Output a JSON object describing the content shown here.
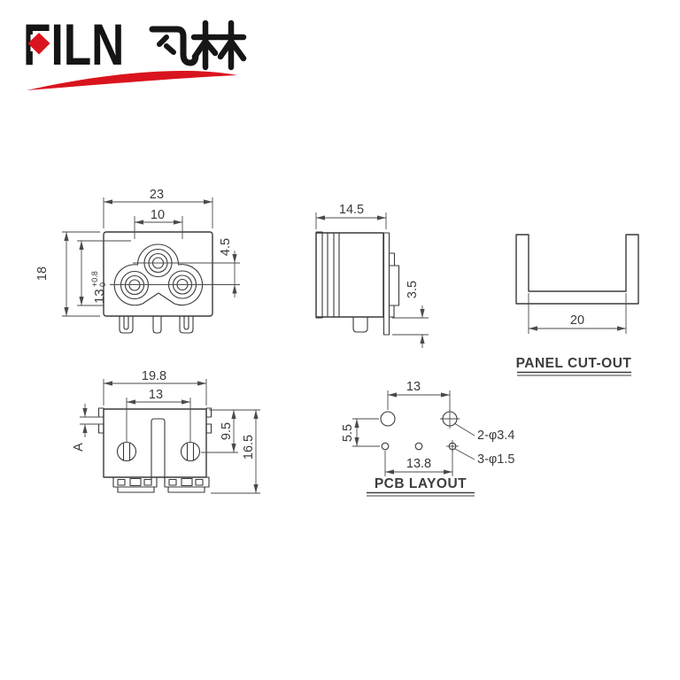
{
  "logo": {
    "brand": "FILN",
    "chinese": "飞林",
    "colors": {
      "brand_red": "#d9141e",
      "brand_black": "#141414"
    }
  },
  "drawing": {
    "line_color": "#3a3a3a",
    "views": {
      "front": {
        "dims": {
          "body_width": "23",
          "pin_centers": "10",
          "body_height": "18",
          "recess_height": "13",
          "tolerance_upper": "+0.8",
          "tolerance_lower": "0",
          "pin_vertical_offset": "4.5"
        }
      },
      "side": {
        "dims": {
          "body_depth": "14.5",
          "bracket_extension": "3.5"
        }
      },
      "panel_cutout": {
        "title": "PANEL CUT-OUT",
        "dims": {
          "opening_width": "20"
        }
      },
      "bottom": {
        "dims": {
          "body_width": "19.8",
          "screw_spacing": "13",
          "notch": "A",
          "screw_offset": "9.5",
          "body_height": "16.5"
        }
      },
      "pcb_layout": {
        "title": "PCB LAYOUT",
        "dims": {
          "mount_hole_spacing": "13",
          "row_spacing": "5.5",
          "pin_hole_spacing": "13.8"
        },
        "labels": {
          "mount_holes": "2-φ3.4",
          "pin_holes": "3-φ1.5"
        }
      }
    }
  }
}
